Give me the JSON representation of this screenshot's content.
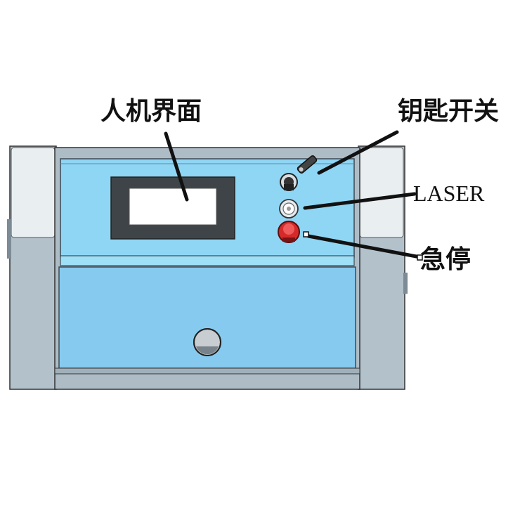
{
  "labels": {
    "hmi": "人机界面",
    "key_switch": "钥匙开关",
    "laser": "LASER",
    "emergency_stop": "急停"
  },
  "colors": {
    "panel_blue": "#8fd6f4",
    "lower_blue": "#86cbef",
    "frame_gray": "#b3c1cb",
    "side_light": "#e9eef1",
    "screen_dark": "#3f4448",
    "estop_red": "#d62a2a",
    "leader_line": "#111111"
  },
  "icons": [
    "key-switch-icon",
    "laser-button-icon",
    "emergency-stop-icon",
    "handle-knob-icon"
  ]
}
